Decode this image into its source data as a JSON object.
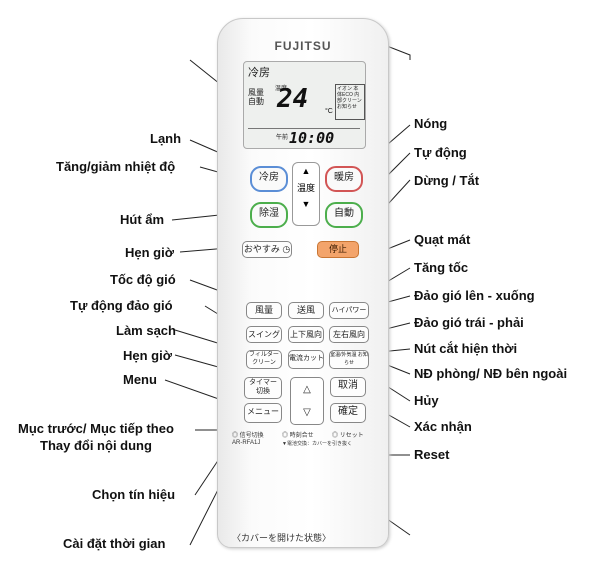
{
  "remote": {
    "brand": "FUJITSU",
    "lcd": {
      "mode": "冷房",
      "fan": "風量 自動",
      "ondo": "温度",
      "temp": "24",
      "unit": "°C",
      "ion": "イオン 本体ECO 内部クリーン お知らせ",
      "ampm": "午前",
      "time": "10:00"
    },
    "buttons": {
      "cool": "冷房",
      "heat": "暖房",
      "dry": "除湿",
      "auto": "自動",
      "temp_up": "▲",
      "temp_label": "温度",
      "temp_down": "▼",
      "sleep": "おやすみ ◷",
      "stop": "停止",
      "fan_speed": "風量",
      "fan_mode": "送風",
      "powerful": "ハイパワー",
      "swing": "スイング",
      "updown": "上下風向",
      "leftright": "左右風向",
      "filter": "フィルター クリーン",
      "current_cut": "電流カット",
      "room_temp": "室温/外気温 お知らせ",
      "timer": "タイマー 切換",
      "menu": "メニュー",
      "up": "△",
      "down": "▽",
      "cancel": "取消",
      "confirm": "確定"
    },
    "bottom": {
      "signal": "◎ 信号切換",
      "clock": "◎ 時刻合せ",
      "reset": "◎ リセット",
      "model": "AR-RFA1J",
      "battery": "▼電池交換：カバーを引き抜く"
    }
  },
  "caption": "〈カバーを開けた状態〉",
  "labels_left": {
    "cool": "Lạnh",
    "temp": "Tăng/giảm nhiệt độ",
    "dry": "Hút ẩm",
    "sleep_timer": "Hẹn giờ",
    "fan_speed": "Tốc độ gió",
    "auto_swing": "Tự động đảo gió",
    "clean": "Làm sạch",
    "timer": "Hẹn giờ",
    "menu": "Menu",
    "prev_next": "Mục trước/ Mục tiếp theo",
    "change": "Thay đổi nội dung",
    "signal": "Chọn tín hiệu",
    "clock": "Cài đặt thời gian"
  },
  "labels_right": {
    "heat": "Nóng",
    "auto": "Tự động",
    "stop": "Dừng / Tắt",
    "fan": "Quạt mát",
    "powerful": "Tăng tốc",
    "updown": "Đảo gió lên - xuống",
    "leftright": "Đảo gió trái - phải",
    "current_cut": "Nút cắt hiện thời",
    "room_temp": "NĐ phòng/ NĐ bên ngoài",
    "cancel": "Hủy",
    "confirm": "Xác nhận",
    "reset": "Reset"
  }
}
